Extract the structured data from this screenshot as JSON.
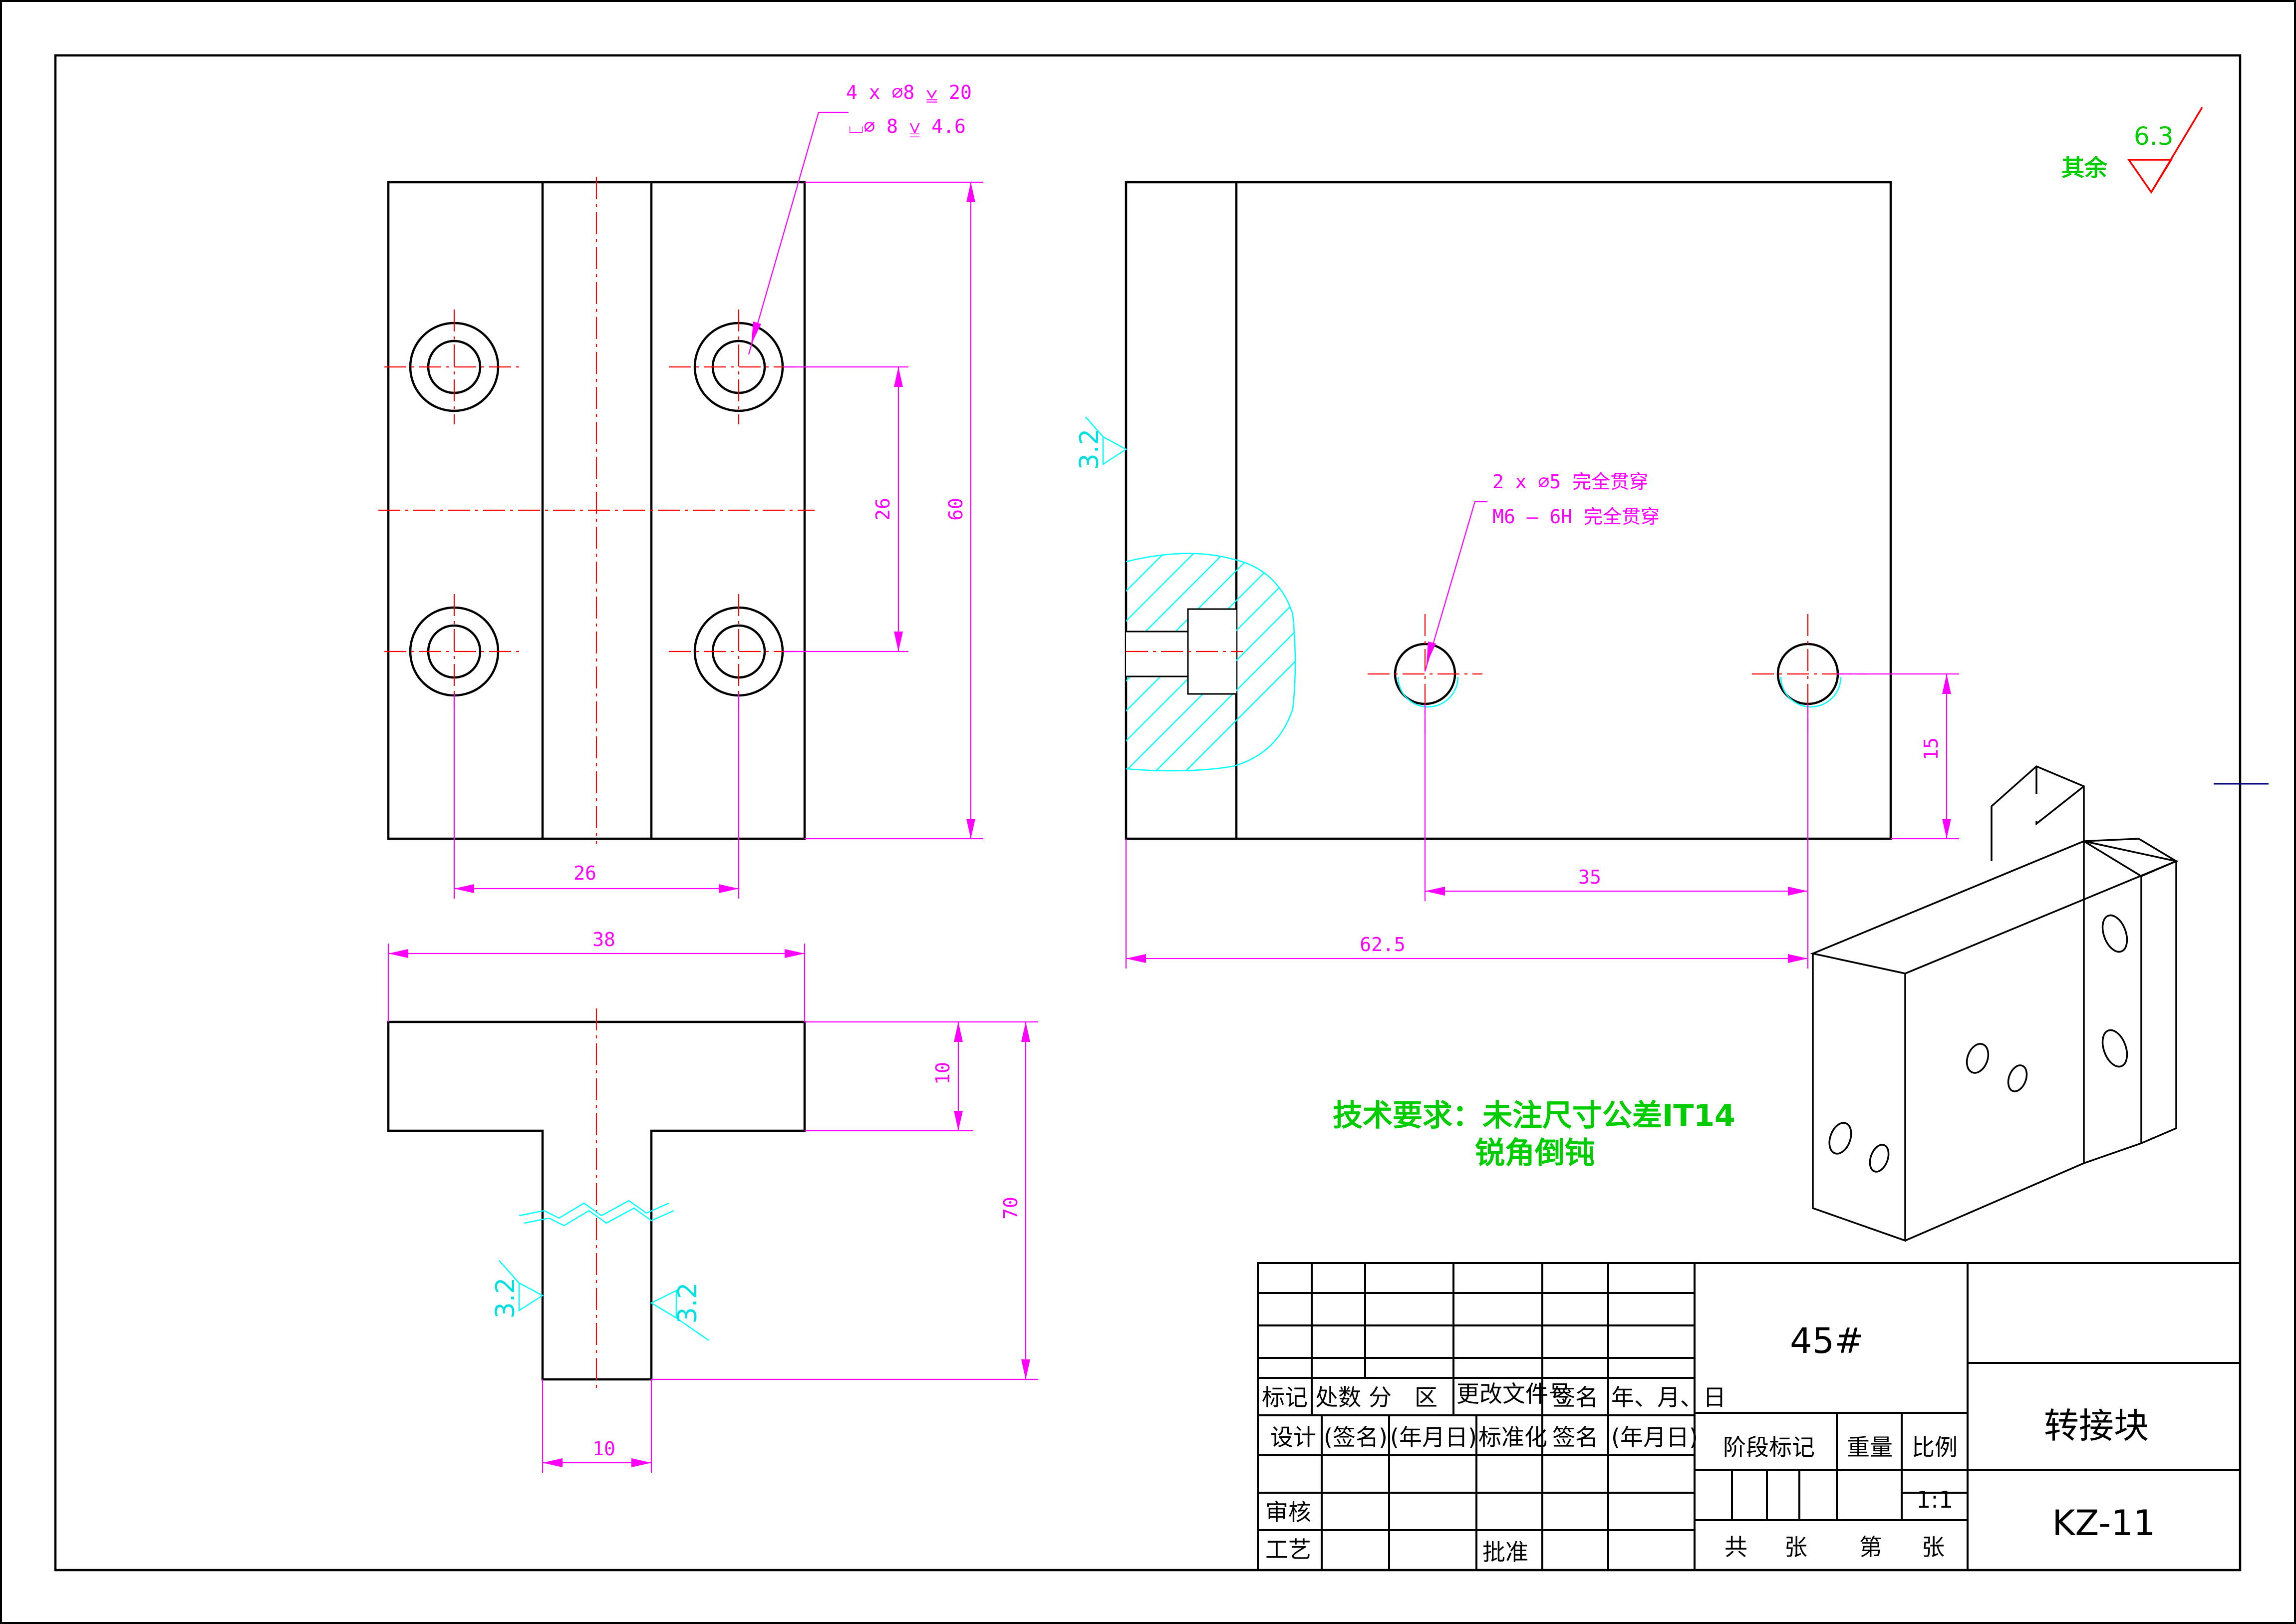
{
  "colors": {
    "outline": "#000000",
    "center_line": "#ff0000",
    "dimension": "#ff00ff",
    "roughness": "#00ffff",
    "note": "#00cc00"
  },
  "views": {
    "front": {
      "hole_callout_line1": "4 x ⌀8 ⩣ 20",
      "hole_callout_line2": "⌴⌀ 8 ⩣ 4.6",
      "dim_hole_vertical": "26",
      "dim_height": "60",
      "dim_hole_horizontal": "26"
    },
    "side": {
      "dim_width": "38",
      "dim_flange": "10",
      "dim_height": "70",
      "dim_stem": "10",
      "roughness_left": "3.2",
      "roughness_right": "3.2"
    },
    "top": {
      "hole_callout_line1": "2 x ⌀5 完全贯穿",
      "hole_callout_line2": "M6 – 6H 完全贯穿",
      "dim_15": "15",
      "dim_35": "35",
      "dim_62_5": "62.5",
      "roughness_left": "3.2"
    }
  },
  "roughness_other": {
    "label": "其余",
    "value": "6.3"
  },
  "technical_requirements": {
    "line1": "技术要求：未注尺寸公差IT14",
    "line2": "锐角倒钝"
  },
  "title_block": {
    "material": "45#",
    "part_name": "转接块",
    "drawing_number": "KZ-11",
    "scale": "1:1",
    "labels": {
      "mark": "标记",
      "count": "处数",
      "zone": "分　区",
      "change_doc": "更改文件号",
      "sign": "签名",
      "date": "年、月、日",
      "design": "设计",
      "sign_paren": "(签名)",
      "date_paren": "(年月日)",
      "standardize": "标准化",
      "sign2": "签名",
      "date_paren2": "(年月日)",
      "stage_mark": "阶段标记",
      "weight": "重量",
      "ratio": "比例",
      "review": "审核",
      "process": "工艺",
      "approve": "批准",
      "total": "共",
      "sheets": "张",
      "sheet_no": "第",
      "sheet_unit": "张"
    }
  }
}
